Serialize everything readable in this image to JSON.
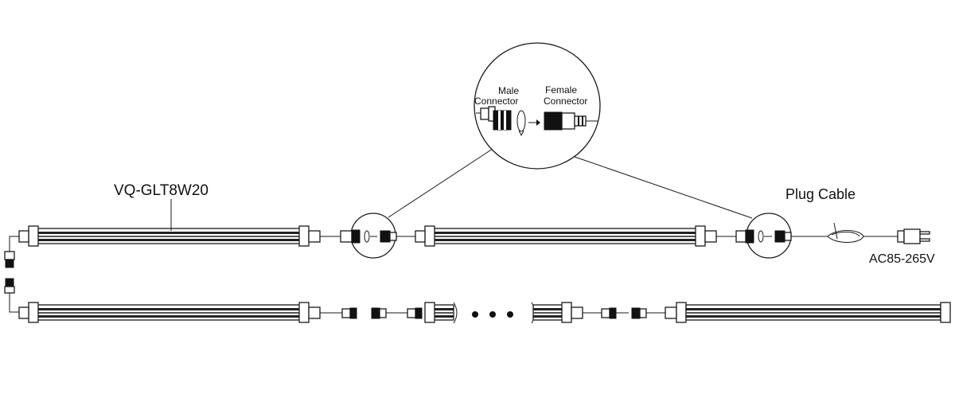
{
  "labels": {
    "model": "VQ-GLT8W20",
    "plug_cable": "Plug Cable",
    "voltage": "AC85-265V",
    "male_line1": "Male",
    "male_line2": "Connector",
    "female_line1": "Female",
    "female_line2": "Connector"
  },
  "colors": {
    "line": "#1a1a1a",
    "tube_dark": "#222222",
    "tube_mid": "#666666",
    "tube_light": "#d0d0d0",
    "background": "#ffffff"
  },
  "icons": [
    "male-connector-icon",
    "female-connector-icon",
    "rotate-arrow-icon",
    "insert-arrow-icon",
    "plug-icon"
  ]
}
